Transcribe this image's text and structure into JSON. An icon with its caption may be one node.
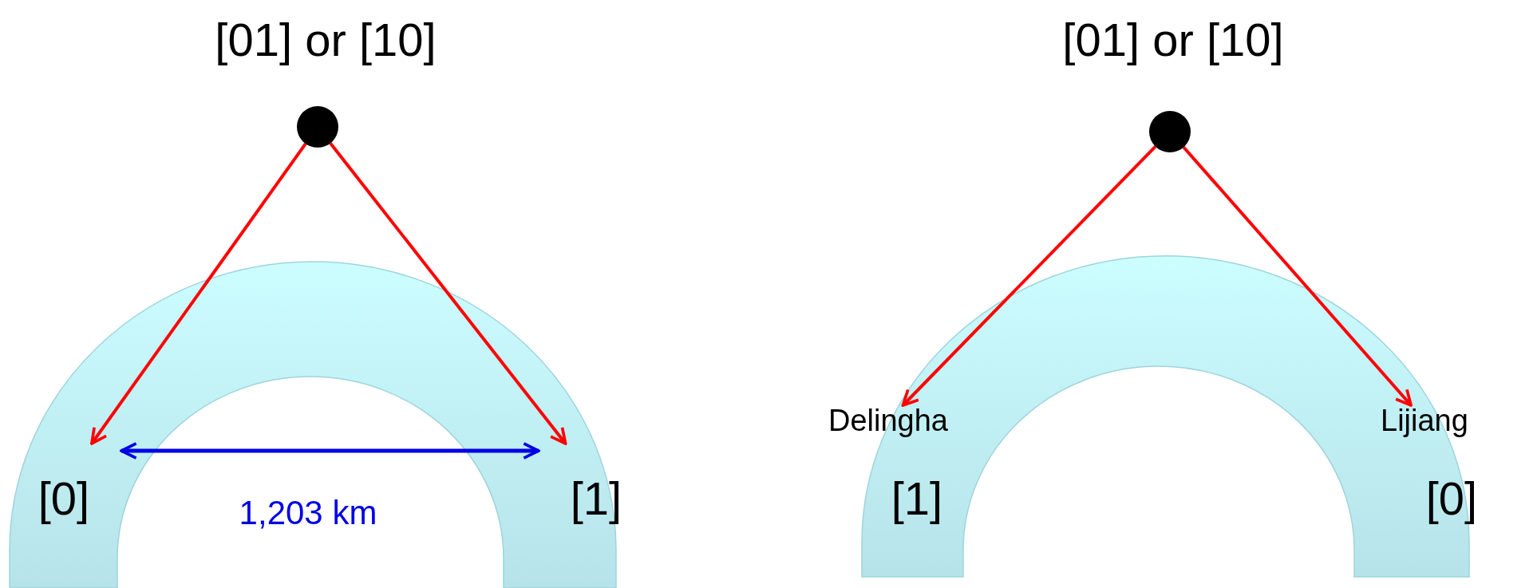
{
  "diagram": {
    "nodes": [
      {
        "text": [],
        "shape": "circle"
      },
      {
        "text": [
          "[0]"
        ]
      },
      {
        "text": [
          "[1]"
        ]
      },
      {
        "text": [],
        "shape": "circle"
      },
      {
        "text": [
          "Delingha"
        ]
      },
      {
        "text": [
          "Lijiang"
        ]
      }
    ],
    "edges": [
      {
        "from": 0,
        "to": 1,
        "arrow": "to"
      },
      {
        "from": 0,
        "to": 2,
        "arrow": "to"
      },
      {
        "from": 3,
        "to": 4,
        "arrow": "to"
      },
      {
        "from": 3,
        "to": 5,
        "arrow": "to"
      },
      {
        "from": 1,
        "to": 2,
        "arrow": "both",
        "color": "#0000e6",
        "label": "1,203 km"
      }
    ],
    "labels": [
      "[01] or [10]",
      "[01] or [10]",
      "[1]",
      "[0]"
    ]
  }
}
